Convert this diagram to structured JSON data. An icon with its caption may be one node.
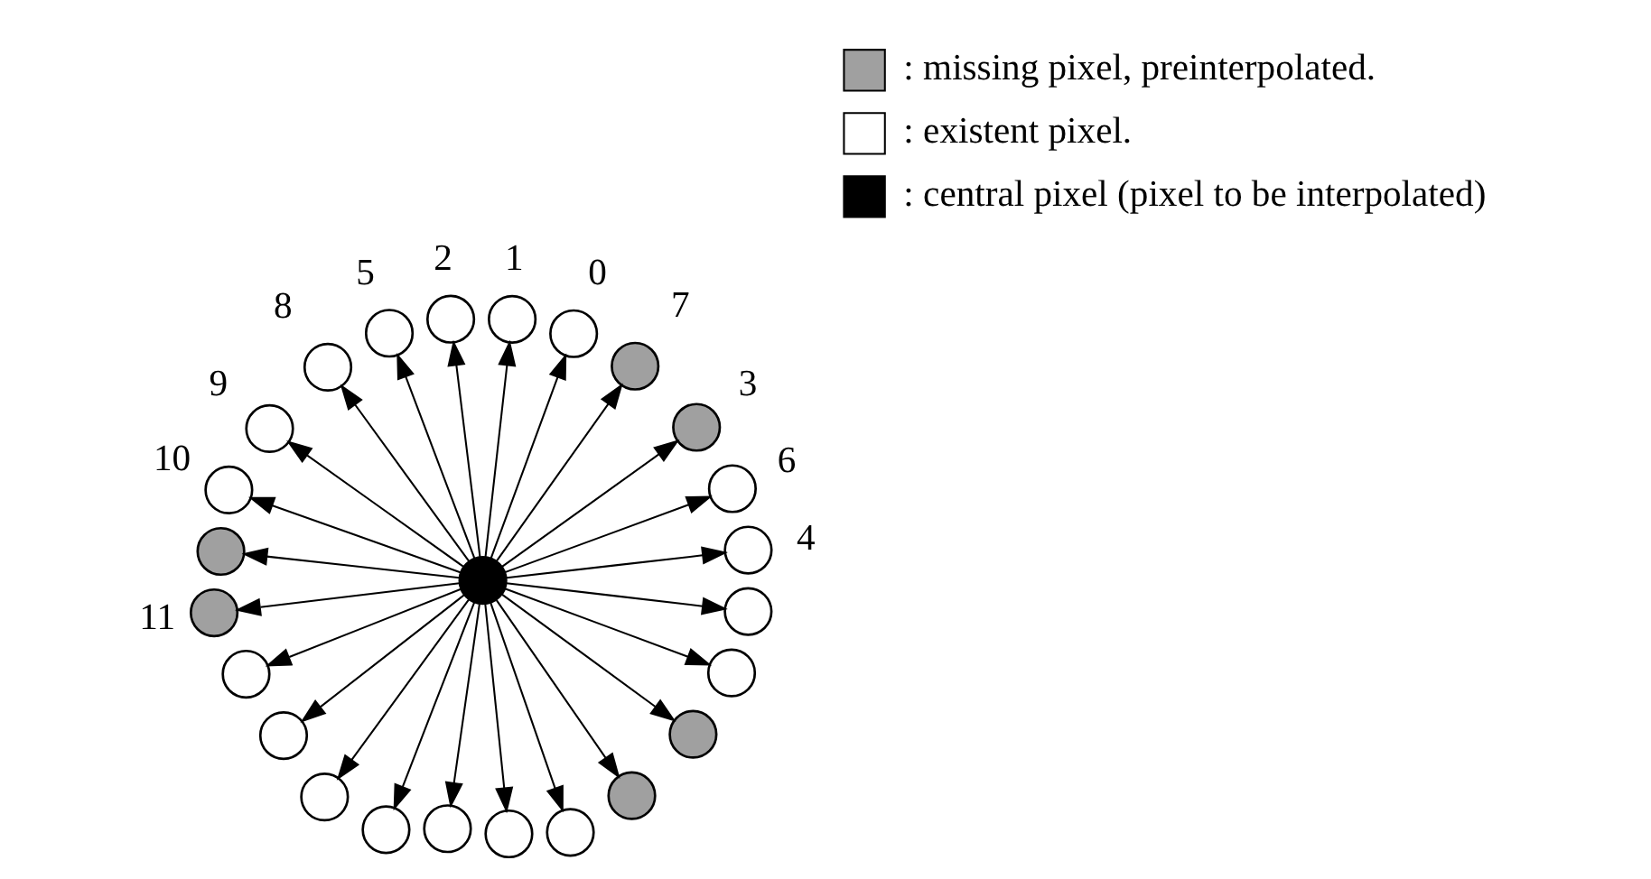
{
  "diagram": {
    "nodes": [
      {
        "text": [],
        "shape": "circle",
        "beside": [
          "4"
        ]
      },
      {
        "text": [],
        "shape": "circle",
        "beside": [
          "6"
        ]
      },
      {
        "text": [],
        "shape": "circle",
        "beside": [
          "3"
        ]
      },
      {
        "text": [],
        "shape": "circle",
        "beside": [
          "7"
        ]
      },
      {
        "text": [],
        "shape": "circle",
        "beside": [
          "0"
        ]
      },
      {
        "text": [],
        "shape": "circle",
        "beside": [
          "1"
        ]
      },
      {
        "text": [],
        "shape": "circle",
        "beside": [
          "2"
        ]
      },
      {
        "text": [],
        "shape": "circle",
        "beside": [
          "5"
        ]
      },
      {
        "text": [],
        "shape": "circle",
        "beside": [
          "8"
        ]
      },
      {
        "text": [],
        "shape": "circle",
        "beside": [
          "9"
        ]
      },
      {
        "text": [],
        "shape": "circle",
        "beside": [
          "10"
        ]
      },
      {
        "text": [],
        "shape": "circle"
      },
      {
        "text": [],
        "shape": "circle"
      },
      {
        "text": [],
        "shape": "circle",
        "beside": [
          "11"
        ]
      },
      {
        "text": [],
        "shape": "circle"
      },
      {
        "text": [],
        "shape": "circle"
      },
      {
        "text": [],
        "shape": "circle"
      },
      {
        "text": [],
        "shape": "circle"
      },
      {
        "text": [],
        "shape": "circle"
      },
      {
        "text": [],
        "shape": "circle"
      },
      {
        "text": [],
        "shape": "circle"
      },
      {
        "text": [],
        "shape": "circle"
      },
      {
        "text": [],
        "shape": "circle"
      },
      {
        "text": [],
        "shape": "circle"
      },
      {
        "text": [],
        "shape": "circle"
      }
    ],
    "edges": [
      {
        "from": 12,
        "to": 0,
        "arrow": "to"
      },
      {
        "from": 12,
        "to": 1,
        "arrow": "to"
      },
      {
        "from": 12,
        "to": 2,
        "arrow": "to"
      },
      {
        "from": 12,
        "to": 3,
        "arrow": "to"
      },
      {
        "from": 12,
        "to": 4,
        "arrow": "to"
      },
      {
        "from": 12,
        "to": 5,
        "arrow": "to"
      },
      {
        "from": 12,
        "to": 6,
        "arrow": "to"
      },
      {
        "from": 12,
        "to": 7,
        "arrow": "to"
      },
      {
        "from": 12,
        "to": 8,
        "arrow": "to"
      },
      {
        "from": 12,
        "to": 9,
        "arrow": "to"
      },
      {
        "from": 12,
        "to": 10,
        "arrow": "to"
      },
      {
        "from": 12,
        "to": 11,
        "arrow": "to"
      },
      {
        "from": 12,
        "to": 13,
        "arrow": "to"
      },
      {
        "from": 12,
        "to": 14,
        "arrow": "to"
      },
      {
        "from": 12,
        "to": 15,
        "arrow": "to"
      },
      {
        "from": 12,
        "to": 16,
        "arrow": "to"
      },
      {
        "from": 12,
        "to": 17,
        "arrow": "to"
      },
      {
        "from": 12,
        "to": 18,
        "arrow": "to"
      },
      {
        "from": 12,
        "to": 19,
        "arrow": "to"
      },
      {
        "from": 12,
        "to": 20,
        "arrow": "to"
      },
      {
        "from": 12,
        "to": 21,
        "arrow": "to"
      },
      {
        "from": 12,
        "to": 22,
        "arrow": "to"
      },
      {
        "from": 12,
        "to": 23,
        "arrow": "to"
      },
      {
        "from": 12,
        "to": 24,
        "arrow": "to"
      }
    ],
    "legend": [
      {
        "text": ": missing pixel, preinterpolated.",
        "color": "#a0a0a0"
      },
      {
        "text": ": existent pixel.",
        "color": "#ffffff"
      },
      {
        "text": ": central pixel (pixel to be interpolated)",
        "color": "#000000"
      }
    ]
  }
}
